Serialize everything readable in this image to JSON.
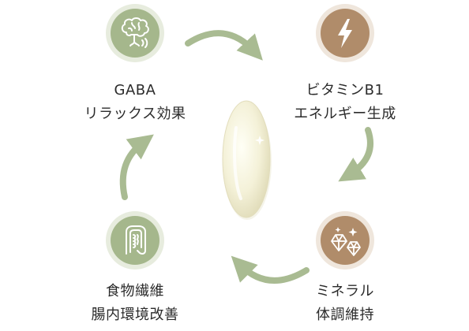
{
  "cycle": [
    {
      "name": "GABA",
      "subtitle": "リラックス効果",
      "icon": "brain-icon",
      "color": "#a5b78c"
    },
    {
      "name": "ビタミンB1",
      "subtitle": "エネルギー生成",
      "icon": "lightning-icon",
      "color": "#b08c6a"
    },
    {
      "name": "ミネラル",
      "subtitle": "体調維持",
      "icon": "crystal-icon",
      "color": "#b08c6a"
    },
    {
      "name": "食物繊維",
      "subtitle": "腸内環境改善",
      "icon": "intestine-icon",
      "color": "#a5b78c"
    }
  ],
  "center": {
    "icon": "capsule-icon"
  },
  "colors": {
    "arrow": "#a9bb92",
    "green": "#a5b78c",
    "brown": "#b08c6a"
  }
}
